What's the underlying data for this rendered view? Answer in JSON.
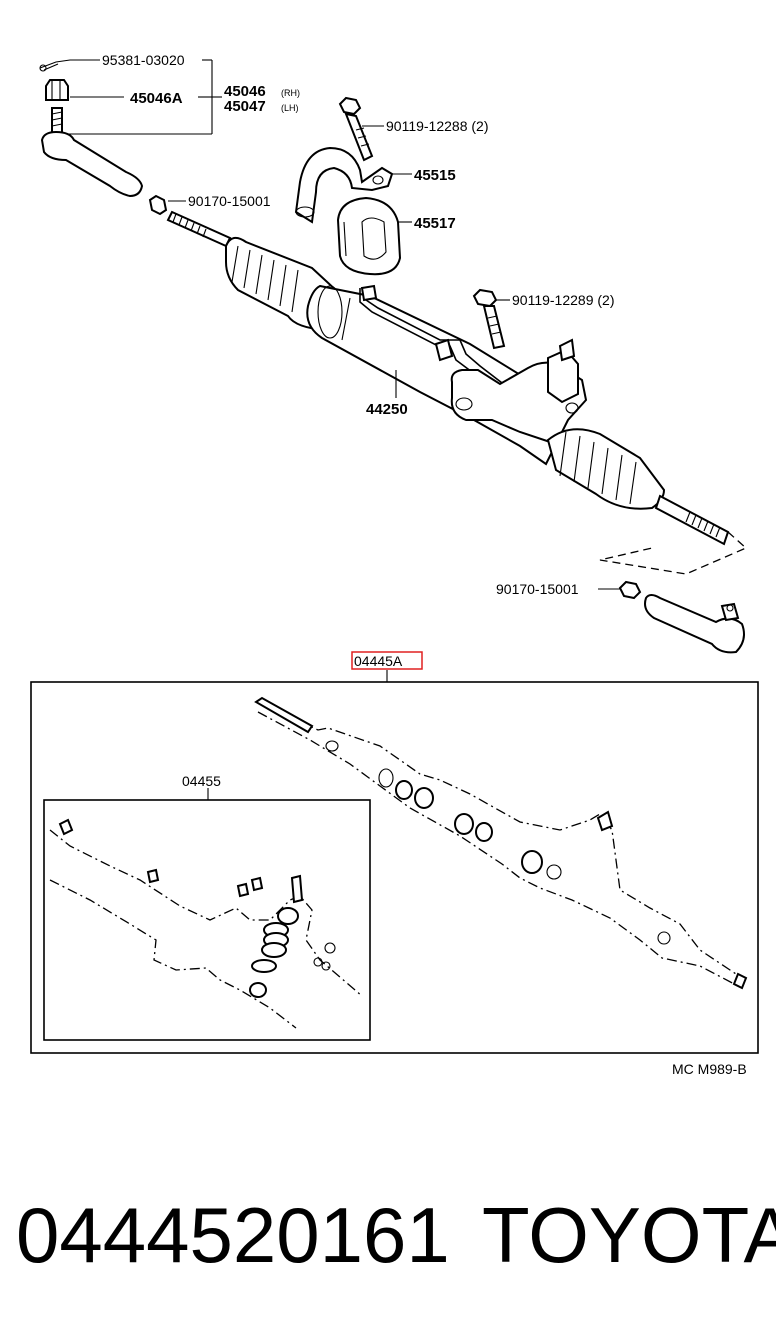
{
  "labels": {
    "cotter_pin": "95381-03020",
    "nut": "45046A",
    "tie_rod_end_rh": "45046",
    "rh_suffix": "(RH)",
    "tie_rod_end_lh": "45047",
    "lh_suffix": "(LH)",
    "bolt_top": "90119-12288 (2)",
    "bracket": "45515",
    "bushing": "45517",
    "lock_nut_left": "90170-15001",
    "bolt_mid": "90119-12289 (2)",
    "rack_assembly": "44250",
    "lock_nut_right": "90170-15001",
    "kit_outer": "04445A",
    "kit_inner": "04455",
    "diagram_code": "MC M989-B"
  },
  "footer": {
    "part_number": "0444520161",
    "brand": "TOYOTA"
  },
  "colors": {
    "highlight": "#e02020",
    "line": "#000000"
  }
}
